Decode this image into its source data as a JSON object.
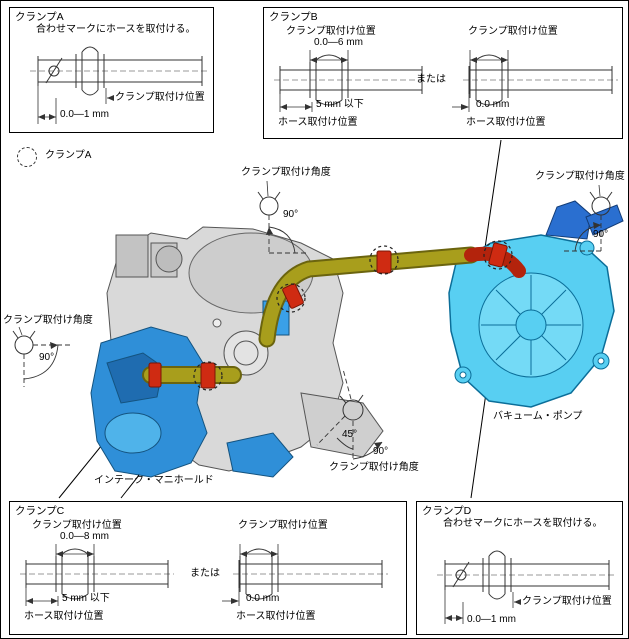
{
  "colors": {
    "engine_gray": "#d9d9d9",
    "intake_blue": "#2f8fd8",
    "pump_cyan": "#58cff2",
    "hose_olive": "#a89e1c",
    "clamp_red": "#cf2b12"
  },
  "legend": {
    "clamp_a": "クランプA"
  },
  "boxA": {
    "title": "クランプA",
    "note": "合わせマークにホースを取付ける。",
    "position_label": "クランプ取付け位置",
    "dimension": "0.0—1 mm"
  },
  "boxB": {
    "title": "クランプB",
    "or": "または",
    "left": {
      "position_label": "クランプ取付け位置",
      "range": "0.0—6 mm",
      "offset": "5 mm 以下",
      "hose_label": "ホース取付け位置"
    },
    "right": {
      "position_label": "クランプ取付け位置",
      "offset": "0.0 mm",
      "hose_label": "ホース取付け位置"
    }
  },
  "boxC": {
    "title": "クランプC",
    "or": "または",
    "left": {
      "position_label": "クランプ取付け位置",
      "range": "0.0—8 mm",
      "offset": "5 mm 以下",
      "hose_label": "ホース取付け位置"
    },
    "right": {
      "position_label": "クランプ取付け位置",
      "offset": "0.0 mm",
      "hose_label": "ホース取付け位置"
    }
  },
  "boxD": {
    "title": "クランプD",
    "note": "合わせマークにホースを取付ける。",
    "position_label": "クランプ取付け位置",
    "dimension": "0.0—1 mm"
  },
  "illustration": {
    "angle_top": {
      "label": "クランプ取付け角度",
      "value": "90°"
    },
    "angle_right": {
      "label": "クランプ取付け角度",
      "value": "90°"
    },
    "angle_left": {
      "label": "クランプ取付け角度",
      "value": "90°"
    },
    "angle_bottom": {
      "label": "クランプ取付け角度",
      "value_1": "45°",
      "value_2": "90°"
    },
    "intake_manifold_label": "インテーク・マニホールド",
    "vacuum_pump_label": "バキューム・ポンプ"
  }
}
